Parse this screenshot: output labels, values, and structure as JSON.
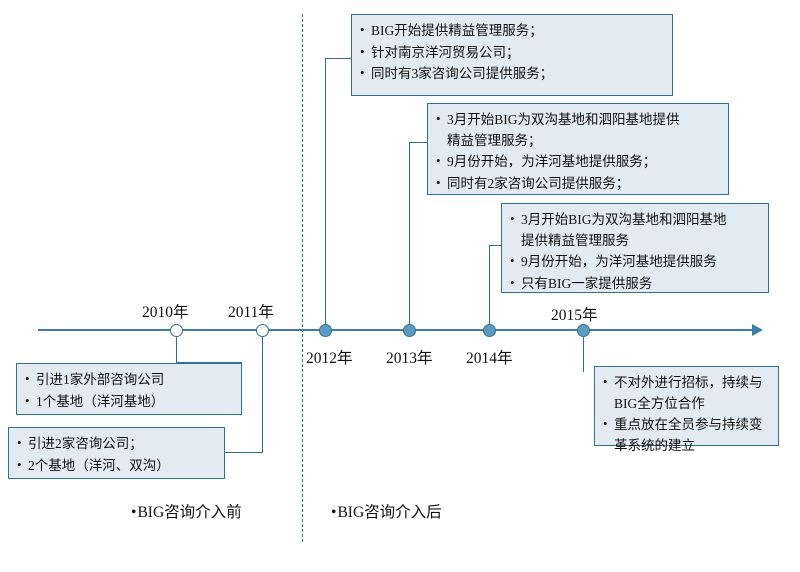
{
  "diagram": {
    "title": "BIG咨询介入前后时间轴",
    "accent_color": "#31708f",
    "box_fill_color": "#e3ebf2",
    "axis_color": "#3d7ea6",
    "dot_filled_color": "#5b9bc4"
  },
  "timeline": {
    "years": [
      {
        "label": "2010年",
        "marker": "hollow",
        "position": "above"
      },
      {
        "label": "2011年",
        "marker": "hollow",
        "position": "above"
      },
      {
        "label": "2012年",
        "marker": "filled",
        "position": "below"
      },
      {
        "label": "2013年",
        "marker": "filled",
        "position": "below"
      },
      {
        "label": "2014年",
        "marker": "filled",
        "position": "below"
      },
      {
        "label": "2015年",
        "marker": "filled",
        "position": "above"
      }
    ]
  },
  "callouts": {
    "box_2010": {
      "items": [
        "引进1家外部咨询公司",
        "1个基地（洋河基地）"
      ]
    },
    "box_2011": {
      "items": [
        "引进2家咨询公司；",
        "2个基地（洋河、双沟）"
      ]
    },
    "box_2012": {
      "items": [
        "BIG开始提供精益管理服务；",
        "针对南京洋河贸易公司；",
        "同时有3家咨询公司提供服务；"
      ]
    },
    "box_2013": {
      "items": [
        "3月开始BIG为双沟基地和泗阳基地提供\n精益管理服务；",
        "9月份开始，为洋河基地提供服务；",
        "同时有2家咨询公司提供服务；"
      ]
    },
    "box_2014": {
      "items": [
        "3月开始BIG为双沟基地和泗阳基地\n提供精益管理服务",
        "9月份开始，为洋河基地提供服务",
        "只有BIG一家提供服务"
      ]
    },
    "box_2015": {
      "items": [
        "不对外进行招标，持续与\nBIG全方位合作",
        "重点放在全员参与持续变\n革系统的建立"
      ]
    }
  },
  "footnotes": {
    "before": "BIG咨询介入前",
    "after": "BIG咨询介入后"
  }
}
